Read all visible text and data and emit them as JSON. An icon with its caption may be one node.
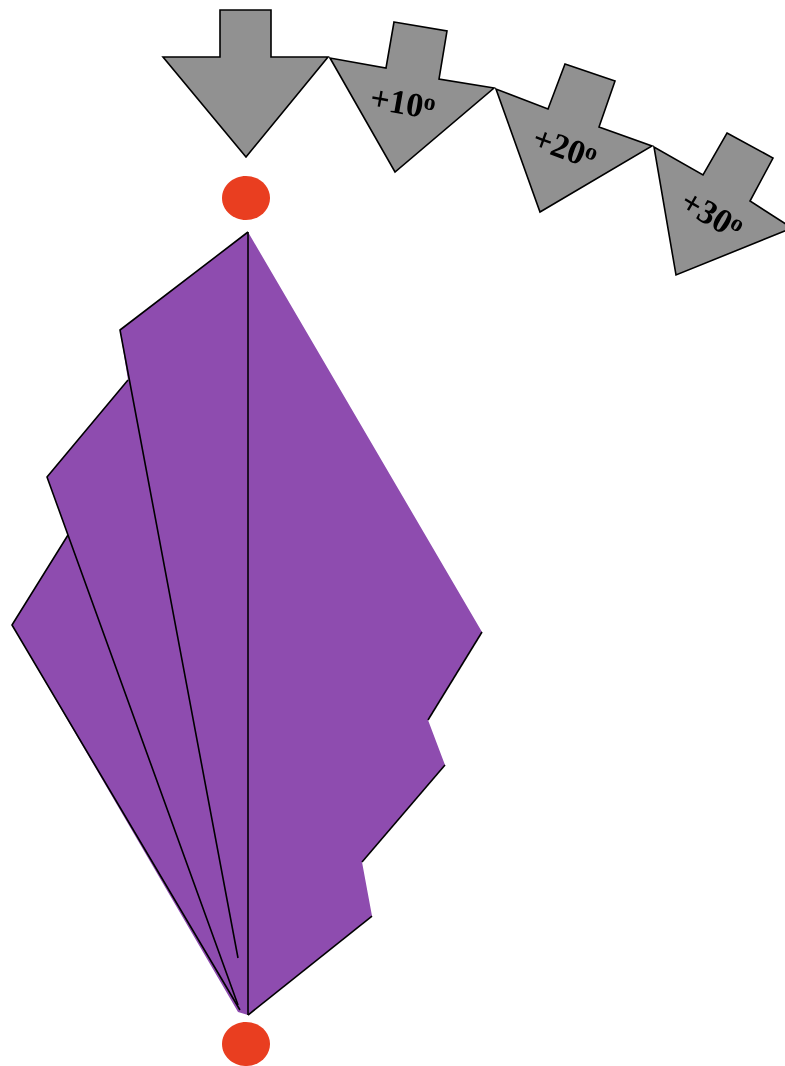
{
  "diagram": {
    "nodes": [
      {
        "text": [],
        "shape": "arrow"
      },
      {
        "text": [
          "+10$^{o}$"
        ]
      },
      {
        "text": [
          "+20$^{o}$"
        ]
      },
      {
        "text": [
          "+30$^{o}$"
        ]
      }
    ]
  }
}
